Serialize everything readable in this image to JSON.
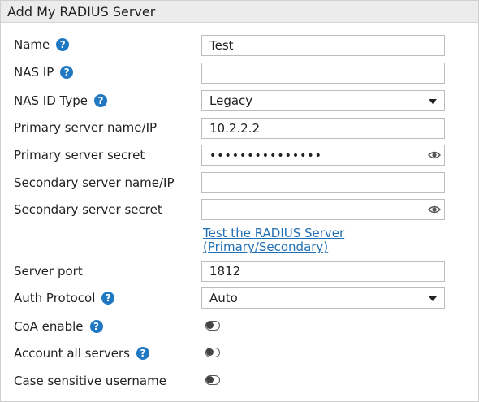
{
  "title": "Add My RADIUS Server",
  "fields": {
    "name": {
      "label": "Name",
      "value": "Test"
    },
    "nas_ip": {
      "label": "NAS IP",
      "value": ""
    },
    "nas_id_type": {
      "label": "NAS ID Type",
      "value": "Legacy"
    },
    "primary_server": {
      "label": "Primary server name/IP",
      "value": "10.2.2.2"
    },
    "primary_secret": {
      "label": "Primary server secret",
      "value": "•••••••••••••••"
    },
    "secondary_server": {
      "label": "Secondary server name/IP",
      "value": ""
    },
    "secondary_secret": {
      "label": "Secondary server secret",
      "value": ""
    },
    "test_link": {
      "line1": "Test the RADIUS Server",
      "line2": "(Primary/Secondary)"
    },
    "server_port": {
      "label": "Server port",
      "value": "1812"
    },
    "auth_protocol": {
      "label": "Auth Protocol",
      "value": "Auto"
    },
    "coa_enable": {
      "label": "CoA enable",
      "on": false
    },
    "account_all": {
      "label": "Account all servers",
      "on": false
    },
    "case_sensitive": {
      "label": "Case sensitive username",
      "on": false
    }
  },
  "icons": {
    "help": "help-icon",
    "eye": "eye-icon",
    "caret": "chevron-down-icon"
  },
  "colors": {
    "accent": "#1f78c1",
    "link": "#1f6fb5",
    "header_bg": "#ececec"
  }
}
